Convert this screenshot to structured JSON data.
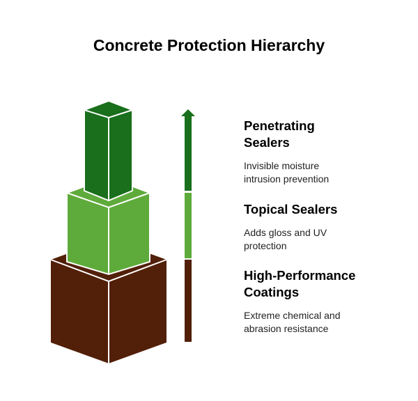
{
  "title": "Concrete Protection Hierarchy",
  "colors": {
    "top": "#196f1b",
    "middle": "#5eab3b",
    "bottom": "#521f08",
    "edge": "#ffffff"
  },
  "levels": [
    {
      "name": "Penetrating Sealers",
      "title_lines": [
        "Penetrating",
        "Sealers"
      ],
      "description_lines": [
        "Invisible moisture",
        "intrusion prevention"
      ],
      "color": "#196f1b"
    },
    {
      "name": "Topical Sealers",
      "title_lines": [
        "Topical Sealers"
      ],
      "description_lines": [
        "Adds gloss and UV",
        "protection"
      ],
      "color": "#5eab3b"
    },
    {
      "name": "High-Performance Coatings",
      "title_lines": [
        "High-Performance",
        "Coatings"
      ],
      "description_lines": [
        "Extreme chemical and",
        "abrasion resistance"
      ],
      "color": "#521f08"
    }
  ],
  "arrow": {
    "direction": "up",
    "icon": "arrow-up-icon"
  }
}
